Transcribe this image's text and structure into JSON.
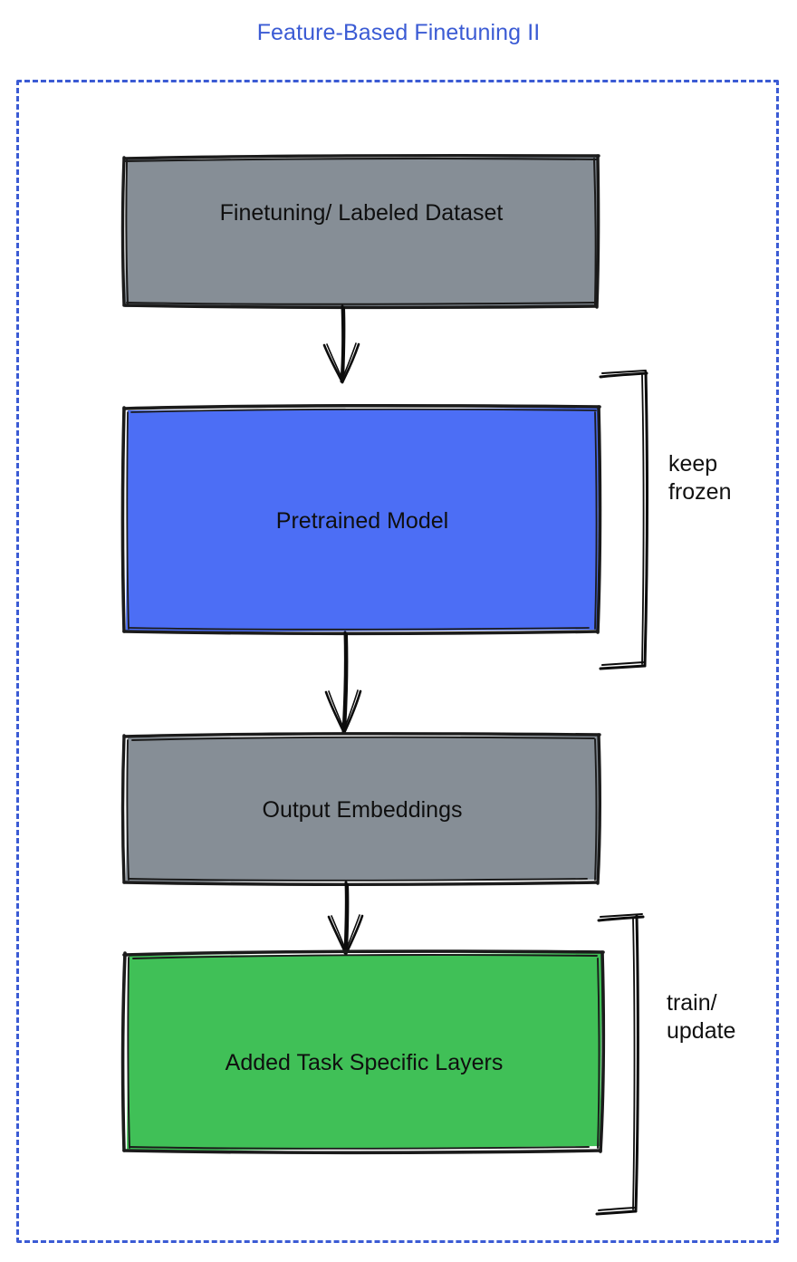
{
  "title": "Feature-Based Finetuning II",
  "colors": {
    "title": "#3b5bd4",
    "frame": "#3b5bd4",
    "gray_fill": "#868e96",
    "blue_fill": "#4c6ef5",
    "green_fill": "#40c057",
    "stroke": "#1b1b1b",
    "background": "#ffffff"
  },
  "nodes": [
    {
      "id": "dataset",
      "label": "Finetuning/ Labeled Dataset",
      "fill": "#868e96"
    },
    {
      "id": "pretrained",
      "label": "Pretrained Model",
      "fill": "#4c6ef5"
    },
    {
      "id": "embeddings",
      "label": "Output Embeddings",
      "fill": "#868e96"
    },
    {
      "id": "task_layers",
      "label": "Added Task Specific Layers",
      "fill": "#40c057"
    }
  ],
  "brackets": [
    {
      "id": "frozen",
      "line1": "keep",
      "line2": "frozen"
    },
    {
      "id": "train",
      "line1": "train/",
      "line2": "update"
    }
  ],
  "flow": [
    {
      "from": "dataset",
      "to": "pretrained"
    },
    {
      "from": "pretrained",
      "to": "embeddings"
    },
    {
      "from": "embeddings",
      "to": "task_layers"
    }
  ]
}
